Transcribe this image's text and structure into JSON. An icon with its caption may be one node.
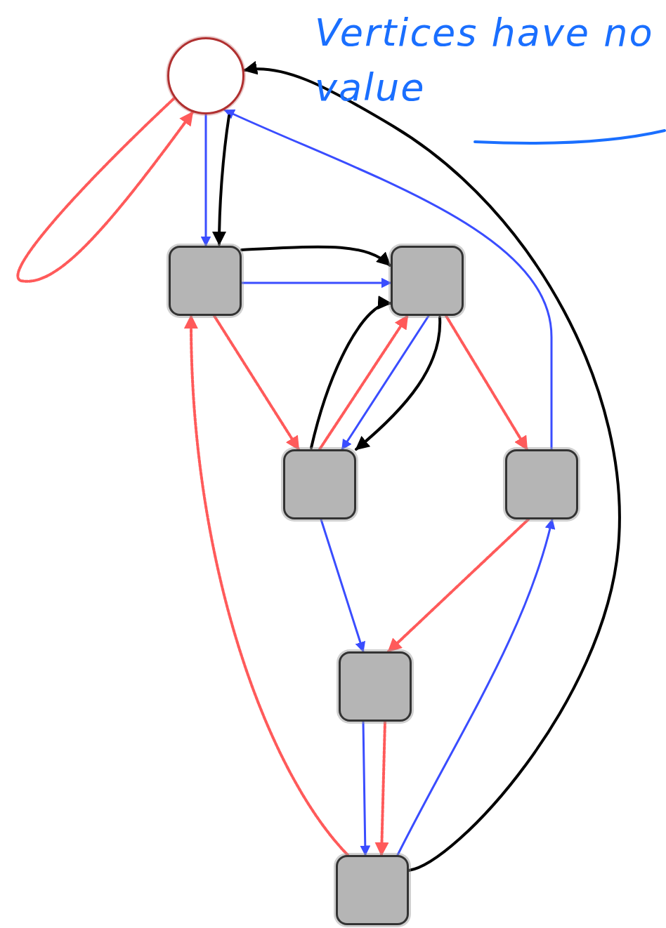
{
  "diagram": {
    "nodes": [
      {
        "text": [],
        "shape": "circle"
      },
      {
        "text": [],
        "shape": "box"
      },
      {
        "text": [],
        "shape": "box"
      },
      {
        "text": [],
        "shape": "box"
      },
      {
        "text": [],
        "shape": "box"
      },
      {
        "text": [],
        "shape": "box"
      },
      {
        "text": [],
        "shape": "box"
      }
    ],
    "edges": [
      {
        "from": 0,
        "to": 1,
        "arrow": "to"
      },
      {
        "from": 0,
        "to": 0,
        "arrow": "to",
        "style": "dashed",
        "color": "#ff5a5a"
      },
      {
        "from": 1,
        "to": 2,
        "arrow": "to"
      },
      {
        "from": 1,
        "to": 3,
        "arrow": "to",
        "style": "dashed",
        "color": "#ff5a5a"
      },
      {
        "from": 3,
        "to": 2,
        "arrow": "to",
        "style": "dashed",
        "color": "#ff5a5a"
      },
      {
        "from": 2,
        "to": 3,
        "arrow": "to"
      },
      {
        "from": 2,
        "to": 4,
        "arrow": "to",
        "style": "dashed",
        "color": "#ff5a5a"
      },
      {
        "from": 4,
        "to": 0,
        "arrow": "to"
      },
      {
        "from": 3,
        "to": 5,
        "arrow": "to"
      },
      {
        "from": 4,
        "to": 5,
        "arrow": "to",
        "style": "dashed",
        "color": "#ff5a5a"
      },
      {
        "from": 5,
        "to": 6,
        "arrow": "to"
      },
      {
        "from": 5,
        "to": 6,
        "arrow": "to",
        "style": "dashed",
        "color": "#ff5a5a"
      },
      {
        "from": 6,
        "to": 4,
        "arrow": "to"
      },
      {
        "from": 6,
        "to": 1,
        "arrow": "to",
        "style": "dashed",
        "color": "#ff5a5a"
      },
      {
        "from": 0,
        "to": 1,
        "arrow": "to",
        "color": "#000000"
      },
      {
        "from": 1,
        "to": 2,
        "arrow": "to",
        "color": "#000000"
      },
      {
        "from": 3,
        "to": 2,
        "arrow": "to",
        "color": "#000000"
      },
      {
        "from": 2,
        "to": 3,
        "arrow": "to",
        "color": "#000000"
      },
      {
        "from": 6,
        "to": 0,
        "arrow": "to",
        "color": "#000000"
      }
    ],
    "labels": [
      "Vertices have no value"
    ]
  }
}
